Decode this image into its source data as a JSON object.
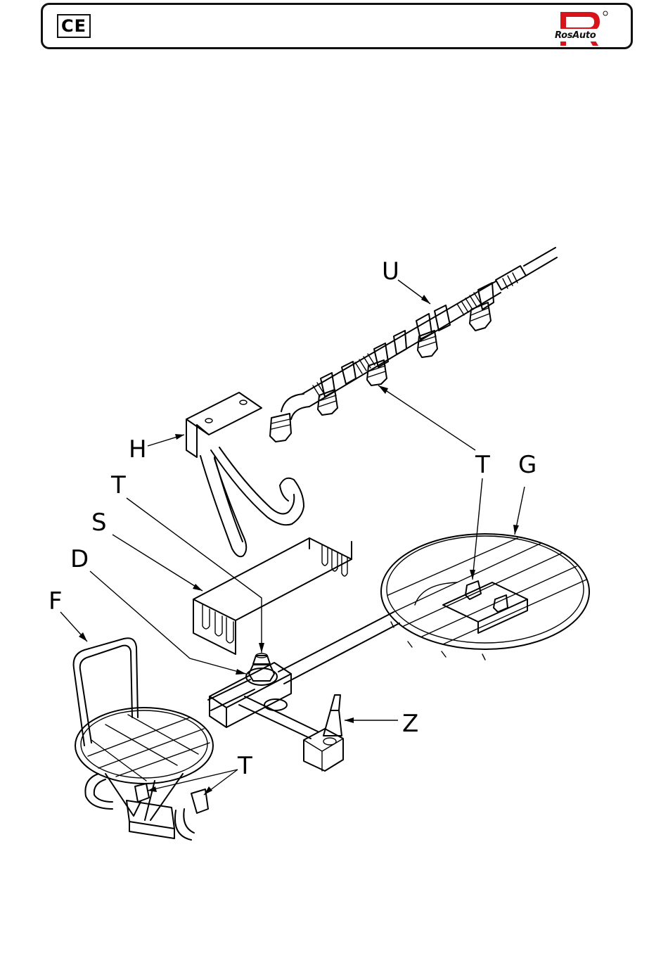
{
  "header": {
    "ce_mark": "CE",
    "logo_text": "RosAuto",
    "logo_color": "#d7141a"
  },
  "callouts": {
    "U": "U",
    "H": "H",
    "T_upper": "T",
    "T_right": "T",
    "G": "G",
    "S": "S",
    "D": "D",
    "F": "F",
    "Z": "Z",
    "T_lower": "T"
  },
  "colors": {
    "line": "#000000",
    "background": "#ffffff"
  }
}
